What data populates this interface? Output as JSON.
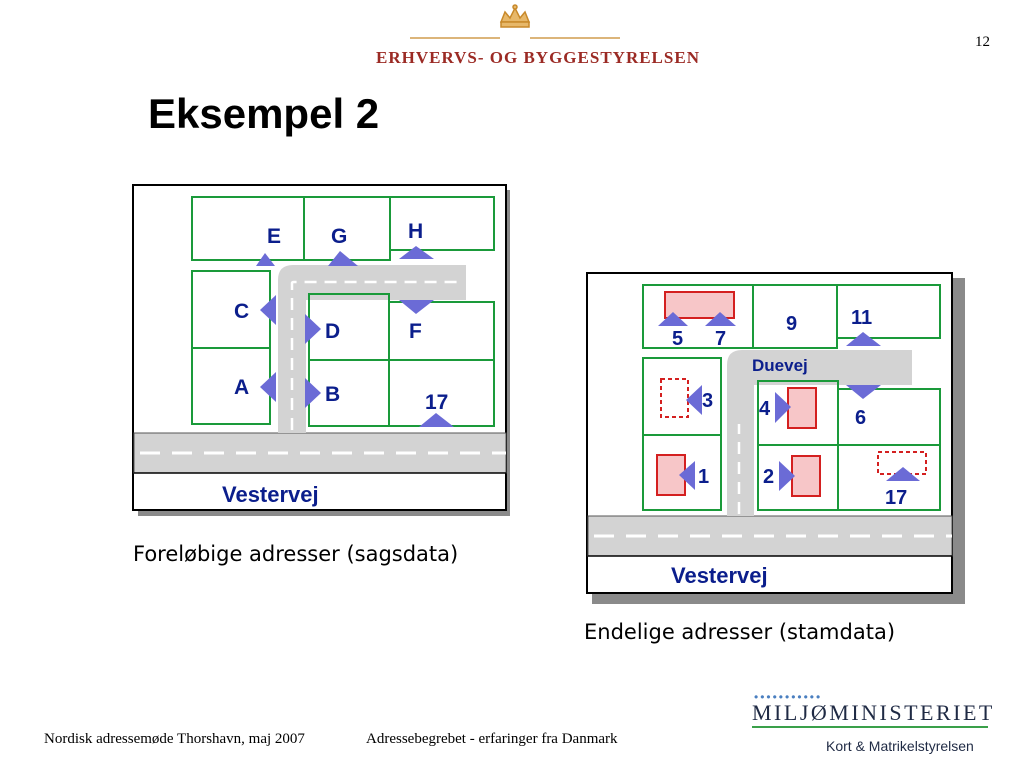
{
  "slide": {
    "page_number": "12",
    "agency": "Erhvervs- og Byggestyrelsen",
    "title": "Eksempel 2"
  },
  "left_diagram": {
    "caption": "Foreløbige adresser (sagsdata)",
    "road_name": "Vestervej",
    "labels": {
      "E": "E",
      "G": "G",
      "H": "H",
      "C": "C",
      "D": "D",
      "F": "F",
      "A": "A",
      "B": "B",
      "n17": "17"
    }
  },
  "right_diagram": {
    "caption": "Endelige adresser (stamdata)",
    "road_name": "Vestervej",
    "side_road_name": "Duevej",
    "labels": {
      "n5": "5",
      "n7": "7",
      "n9": "9",
      "n11": "11",
      "n3": "3",
      "n4": "4",
      "n6": "6",
      "n1": "1",
      "n2": "2",
      "n17": "17"
    }
  },
  "footer": {
    "left": "Nordisk adressemøde Thorshavn, maj 2007",
    "right": "Adressebegrebet - erfaringer fra Danmark"
  },
  "ministry": {
    "name": "MILJØMINISTERIET",
    "sub": "Kort & Matrikelstyrelsen"
  },
  "colors": {
    "plot_border": "#1a9a3a",
    "marker": "#6b6bd6",
    "building_fill": "#f7c6c8",
    "building_border": "#d42020",
    "label": "#0b1e8c",
    "road": "#d3d3d3"
  }
}
